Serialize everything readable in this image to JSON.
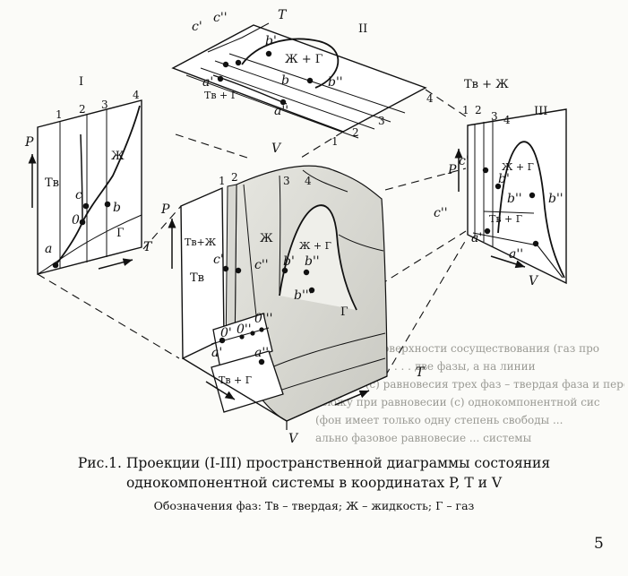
{
  "figure": {
    "projection_labels": {
      "p1": "I",
      "p2": "II",
      "p3": "III"
    },
    "axis_labels": {
      "P": "P",
      "T": "T",
      "V": "V"
    },
    "phase_labels": {
      "solid": "Тв",
      "liquid": "Ж",
      "gas": "Г",
      "liquid_gas": "Ж + Г",
      "solid_gas": "Тв + Г",
      "solid_liquid": "Тв+Ж",
      "solid_liquid_top": "Тв + Ж"
    },
    "line_numbers": {
      "n1": "1",
      "n2": "2",
      "n3": "3",
      "n4": "4"
    },
    "point_labels": {
      "a": "a",
      "b": "b",
      "c": "c",
      "o": "0",
      "a1": "a'",
      "a2": "a''",
      "b1": "b'",
      "b2": "b''",
      "b3": "b'''",
      "c1": "c'",
      "c2": "c''",
      "o1": "0'",
      "o2": "0''",
      "o3": "0'''"
    }
  },
  "caption": {
    "line1": "Рис.1. Проекции (I-III) пространственной диаграммы состояния",
    "line2": "однокомпонентной системы в координатах P, T и V",
    "line3": "Обозначения фаз: Тв – твердая; Ж – жидкость; Г – газ"
  },
  "page_number": "5",
  "background_text": [
    "еш) ·́ ´ . . . поверхности сосуществования (газ про",
    "стадлении ´ . . . . две фазы, а на линии",
    "вовании (с) равновесия трех фаз – твердая фаза и перо",
    "тсюжу при равновесии (c) однокомпонентной сис",
    "(фон имеет только одну степень свободы ...",
    "ально фазовое равновесие ... системы"
  ]
}
